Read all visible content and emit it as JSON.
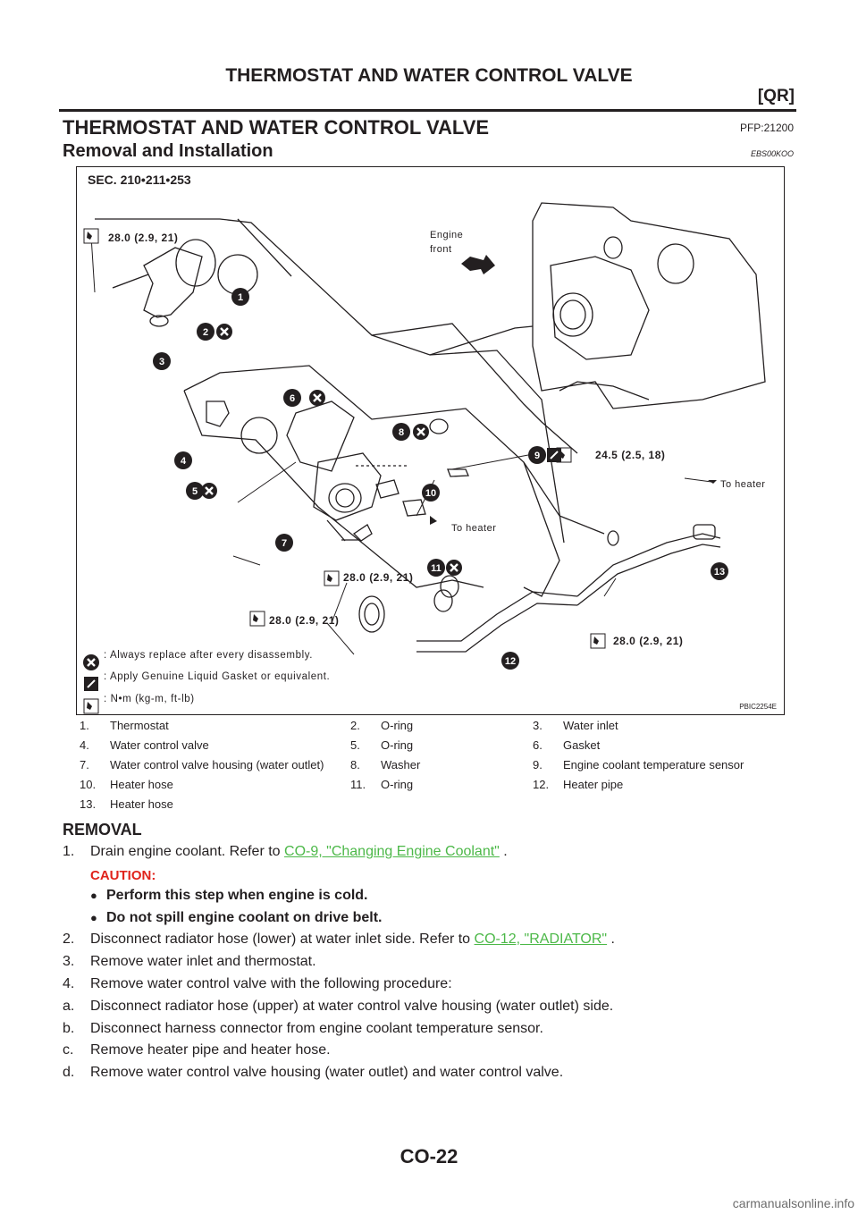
{
  "header": {
    "title": "THERMOSTAT AND WATER CONTROL VALVE",
    "engine_code": "[QR]"
  },
  "section": {
    "title": "THERMOSTAT AND WATER CONTROL VALVE",
    "pfp": "PFP:21200",
    "subtitle": "Removal and Installation",
    "ref_code": "EBS00KOO"
  },
  "figure": {
    "sec_label": "SEC. 210•211•253",
    "engine_front": [
      "Engine",
      "front"
    ],
    "to_heater": "To heater",
    "torque_labels": [
      "28.0 (2.9, 21)",
      "24.5 (2.5, 18)",
      "28.0 (2.9, 21)",
      "28.0 (2.9, 21)",
      "28.0 (2.9, 21)"
    ],
    "callouts": [
      "1",
      "2",
      "3",
      "4",
      "5",
      "6",
      "7",
      "8",
      "9",
      "10",
      "11",
      "12",
      "13"
    ],
    "legend": [
      ": Always replace after every disassembly.",
      ": Apply Genuine Liquid Gasket or equivalent.",
      ": N•m (kg-m, ft-lb)"
    ],
    "figure_id": "PBIC2254E"
  },
  "parts": [
    [
      {
        "n": "1.",
        "t": "Thermostat"
      },
      {
        "n": "2.",
        "t": "O-ring"
      },
      {
        "n": "3.",
        "t": "Water inlet"
      }
    ],
    [
      {
        "n": "4.",
        "t": "Water control valve"
      },
      {
        "n": "5.",
        "t": "O-ring"
      },
      {
        "n": "6.",
        "t": "Gasket"
      }
    ],
    [
      {
        "n": "7.",
        "t": "Water control valve housing (water outlet)"
      },
      {
        "n": "8.",
        "t": "Washer"
      },
      {
        "n": "9.",
        "t": "Engine coolant temperature sensor"
      }
    ],
    [
      {
        "n": "10.",
        "t": "Heater hose"
      },
      {
        "n": "11.",
        "t": "O-ring"
      },
      {
        "n": "12.",
        "t": "Heater pipe"
      }
    ],
    [
      {
        "n": "13.",
        "t": "Heater hose"
      }
    ]
  ],
  "removal": {
    "heading": "REMOVAL",
    "step1_num": "1.",
    "step1_text": "Drain engine coolant. Refer to ",
    "step1_link": "CO-9, \"Changing Engine Coolant\"",
    "step1_end": " .",
    "caution_label": "CAUTION:",
    "cautions": [
      "Perform this step when engine is cold.",
      "Do not spill engine coolant on drive belt."
    ],
    "step2_num": "2.",
    "step2_text": "Disconnect radiator hose (lower) at water inlet side. Refer to ",
    "step2_link": "CO-12, \"RADIATOR\"",
    "step2_end": " .",
    "steps": [
      {
        "n": "3.",
        "t": "Remove water inlet and thermostat."
      },
      {
        "n": "4.",
        "t": "Remove water control valve with the following procedure:"
      },
      {
        "n": "a.",
        "t": "Disconnect radiator hose (upper) at water control valve housing (water outlet) side."
      },
      {
        "n": "b.",
        "t": "Disconnect harness connector from engine coolant temperature sensor."
      },
      {
        "n": "c.",
        "t": "Remove heater pipe and heater hose."
      },
      {
        "n": "d.",
        "t": "Remove water control valve housing (water outlet) and water control valve."
      }
    ]
  },
  "footer": {
    "page": "CO-22"
  },
  "watermark": "carmanualsonline.info"
}
